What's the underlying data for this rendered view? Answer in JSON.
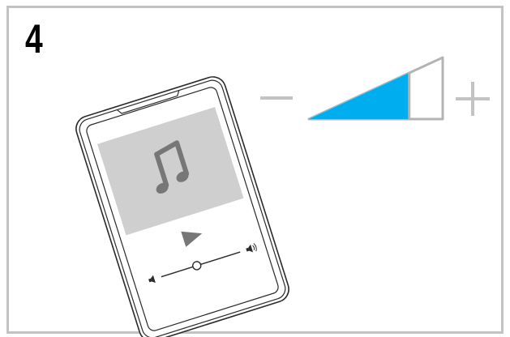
{
  "step": {
    "number": "4"
  },
  "volume": {
    "level": 0.75,
    "decrease_icon": "minus-icon",
    "increase_icon": "plus-icon"
  },
  "player": {
    "artwork_icon": "music-note-icon",
    "play_icon": "play-icon",
    "volume_slider_level": 0.45,
    "volume_low_icon": "speaker-low-icon",
    "volume_high_icon": "speaker-high-icon"
  },
  "colors": {
    "frame_border": "#c3c3c3",
    "volume_fill": "#00aeef",
    "wedge_outline": "#b3b3b3",
    "artwork_bg": "#cfcfcf",
    "icon_gray": "#777777"
  }
}
